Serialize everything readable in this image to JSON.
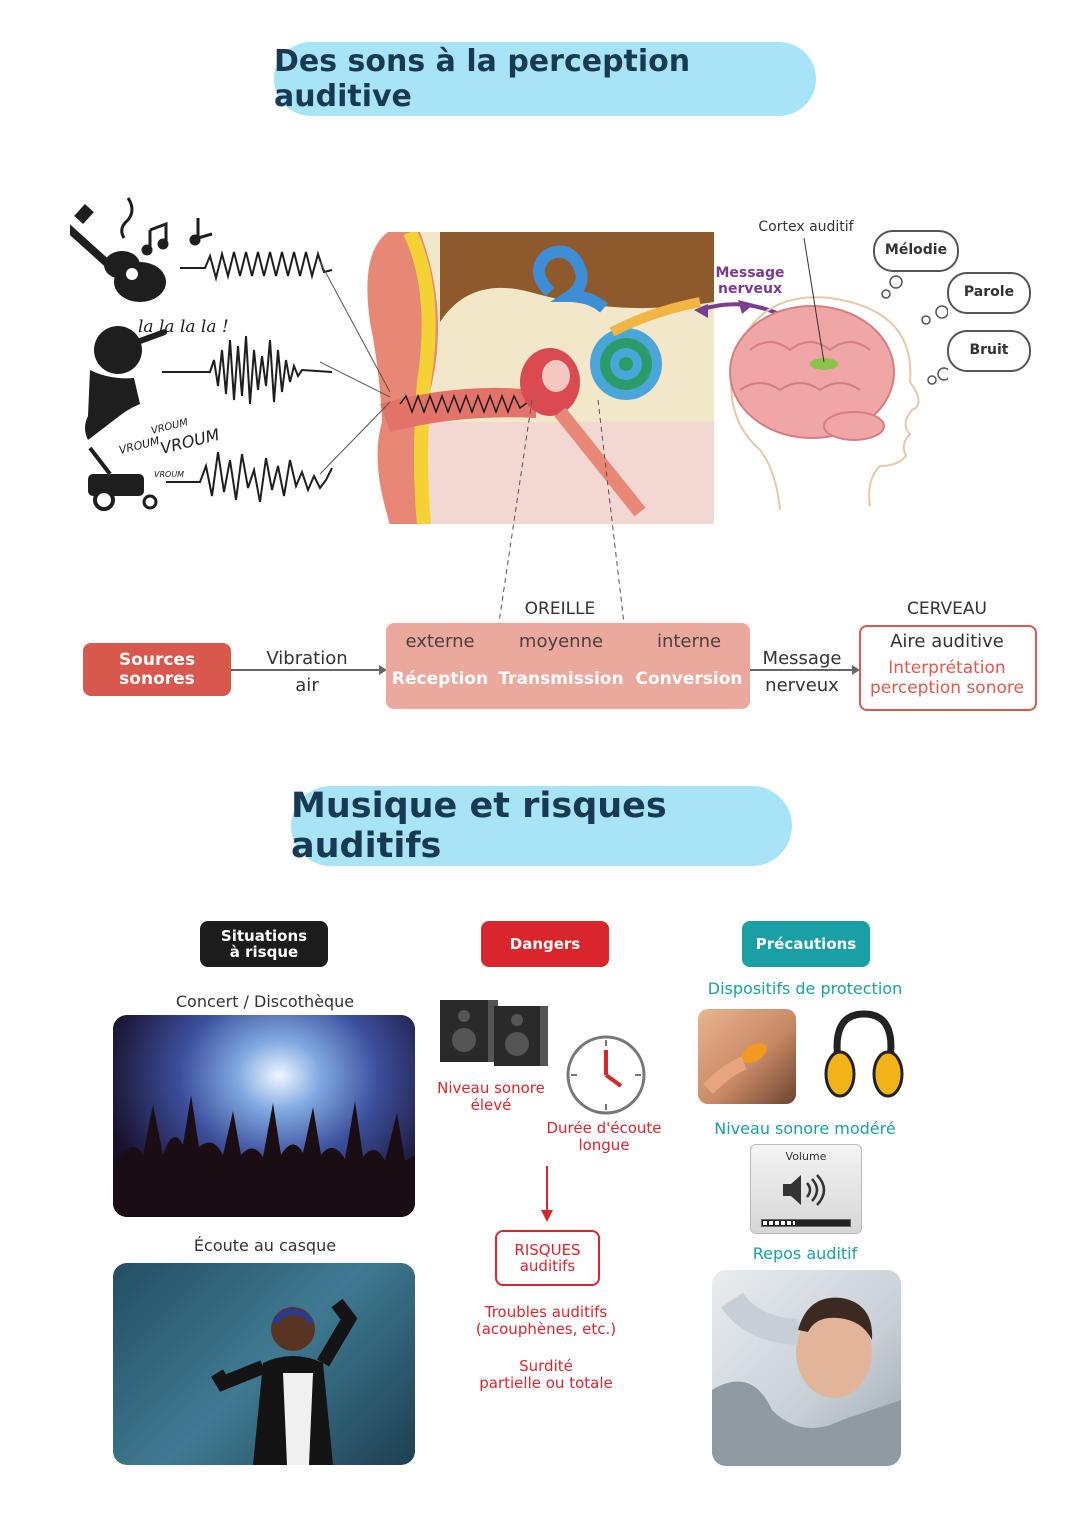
{
  "section1": {
    "title": "Des sons à la perception auditive",
    "sound_sources": {
      "singing_text": "la la la la !",
      "engine_text_1": "VROUM",
      "engine_text_2": "VROUM",
      "engine_text_3": "VROUM",
      "engine_text_4": "VROUM"
    },
    "brain": {
      "cortex_label": "Cortex auditif",
      "message_label": "Message\nnerveux",
      "thoughts": [
        "Mélodie",
        "Parole",
        "Bruit"
      ]
    },
    "flow": {
      "sources_label": "Sources\nsonores",
      "vibration_label": "Vibration\nair",
      "ear_title": "OREILLE",
      "ear_parts": [
        "externe",
        "moyenne",
        "interne"
      ],
      "ear_roles": [
        "Réception",
        "Transmission",
        "Conversion"
      ],
      "message_label": "Message\nnerveux",
      "brain_title": "CERVEAU",
      "brain_area": "Aire auditive",
      "brain_role": "Interprétation\nperception sonore"
    }
  },
  "section2": {
    "title": "Musique et risques auditifs",
    "situations": {
      "badge": "Situations\nà risque",
      "caption_concert": "Concert / Discothèque",
      "caption_headphones": "Écoute au casque"
    },
    "dangers": {
      "badge": "Dangers",
      "level_label": "Niveau sonore\nélevé",
      "duration_label": "Durée d'écoute\nlongue",
      "risks_box": "RISQUES\nauditifs",
      "consequence_1": "Troubles auditifs\n(acouphènes, etc.)",
      "consequence_2": "Surdité\npartielle ou totale"
    },
    "precautions": {
      "badge": "Précautions",
      "protection_label": "Dispositifs de protection",
      "moderate_label": "Niveau sonore modéré",
      "volume_label": "Volume",
      "rest_label": "Repos auditif"
    }
  },
  "colors": {
    "title_pill": "#a8e4f7",
    "title_text": "#173a52",
    "sources_red": "#d9584e",
    "ear_pink": "#eba89d",
    "danger_red": "#d9262c",
    "teal": "#1a9fa6",
    "nerve_purple": "#7b3b91"
  },
  "icons": [
    "guitar-icon",
    "singer-icon",
    "lawnmower-icon",
    "speaker-icon",
    "clock-icon",
    "earplug-icon",
    "earmuff-icon",
    "volume-icon",
    "arrow-down-icon"
  ]
}
